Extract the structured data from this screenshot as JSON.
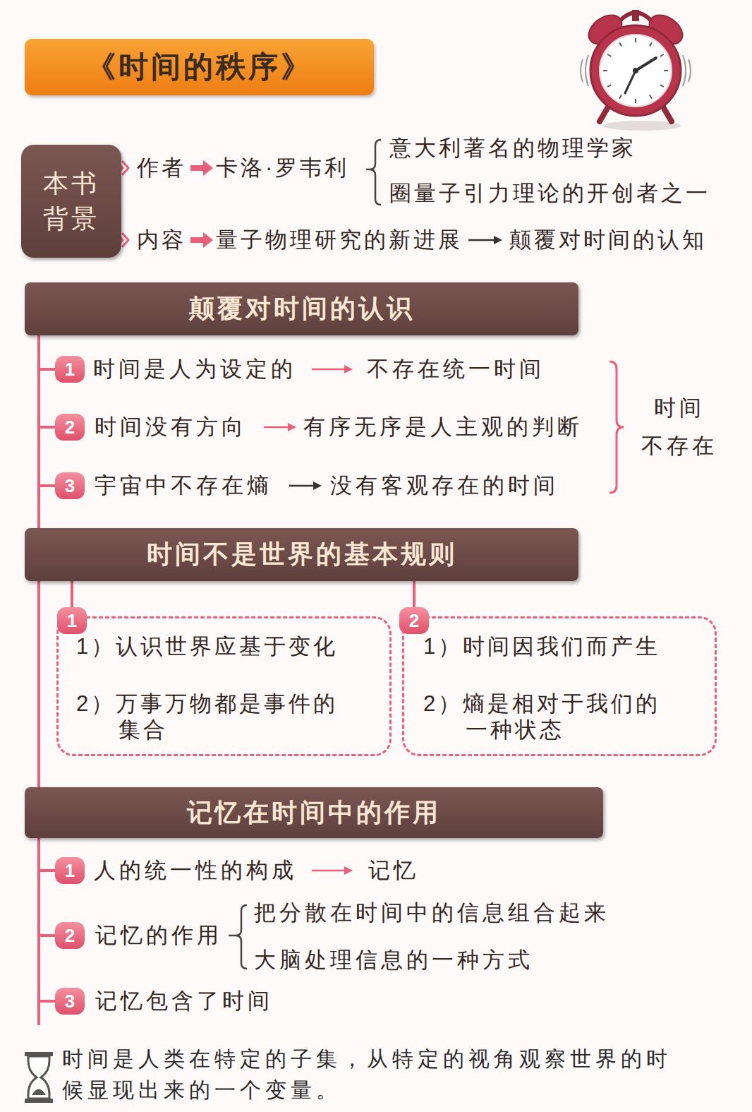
{
  "diagram": {
    "title": "《时间的秩序》",
    "caption": "时间是人类在特定的子集，从特定的视角观察世界的时 候显现出来的一个变量。",
    "nodes": [
      {
        "text": [
          "本书 背景"
        ]
      },
      {
        "text": [
          "颠覆对时间的认识"
        ]
      },
      {
        "text": [
          "1"
        ]
      },
      {
        "text": [
          "2"
        ]
      },
      {
        "text": [
          "3"
        ]
      },
      {
        "text": [
          "时间不是世界的基本规则"
        ]
      },
      {
        "text": [
          "1）认识世界应基于变化",
          "2）万事万物都是事件的 集合"
        ]
      },
      {
        "text": [
          "1"
        ],
        "in": 6
      },
      {
        "text": [
          "1）时间因我们而产生",
          "2）熵是相对于我们的 一种状态"
        ]
      },
      {
        "text": [
          "2"
        ],
        "in": 8
      },
      {
        "text": [
          "记忆在时间中的作用"
        ]
      },
      {
        "text": [
          "1"
        ]
      },
      {
        "text": [
          "2"
        ]
      },
      {
        "text": [
          "3"
        ]
      }
    ],
    "edges": [
      {
        "from": 1,
        "to": 2,
        "arrow": "none"
      },
      {
        "from": 1,
        "to": 3,
        "arrow": "none"
      },
      {
        "from": 1,
        "to": 4,
        "arrow": "none"
      },
      {
        "from": 5,
        "to": 7,
        "arrow": "none"
      },
      {
        "from": 5,
        "to": 9,
        "arrow": "none"
      },
      {
        "from": 10,
        "to": 11,
        "arrow": "none"
      },
      {
        "from": 10,
        "to": 12,
        "arrow": "none"
      },
      {
        "from": 10,
        "to": 13,
        "arrow": "none"
      }
    ],
    "labels": [
      "作者",
      "卡洛·罗韦利",
      "意大利著名的物理学家",
      "圈量子引力理论的开创者之一",
      "内容",
      "量子物理研究的新进展",
      "颠覆对时间的认知",
      "时间是人为设定的",
      "不存在统一时间",
      "时间没有方向",
      "有序无序是人主观的判断",
      "宇宙中不存在熵",
      "没有客观存在的时间",
      "时间 不存在",
      "人的统一性的构成",
      "记忆",
      "记忆的作用",
      "把分散在时间中的信息组合起来",
      "大脑处理信息的一种方式",
      "记忆包含了时间"
    ]
  }
}
